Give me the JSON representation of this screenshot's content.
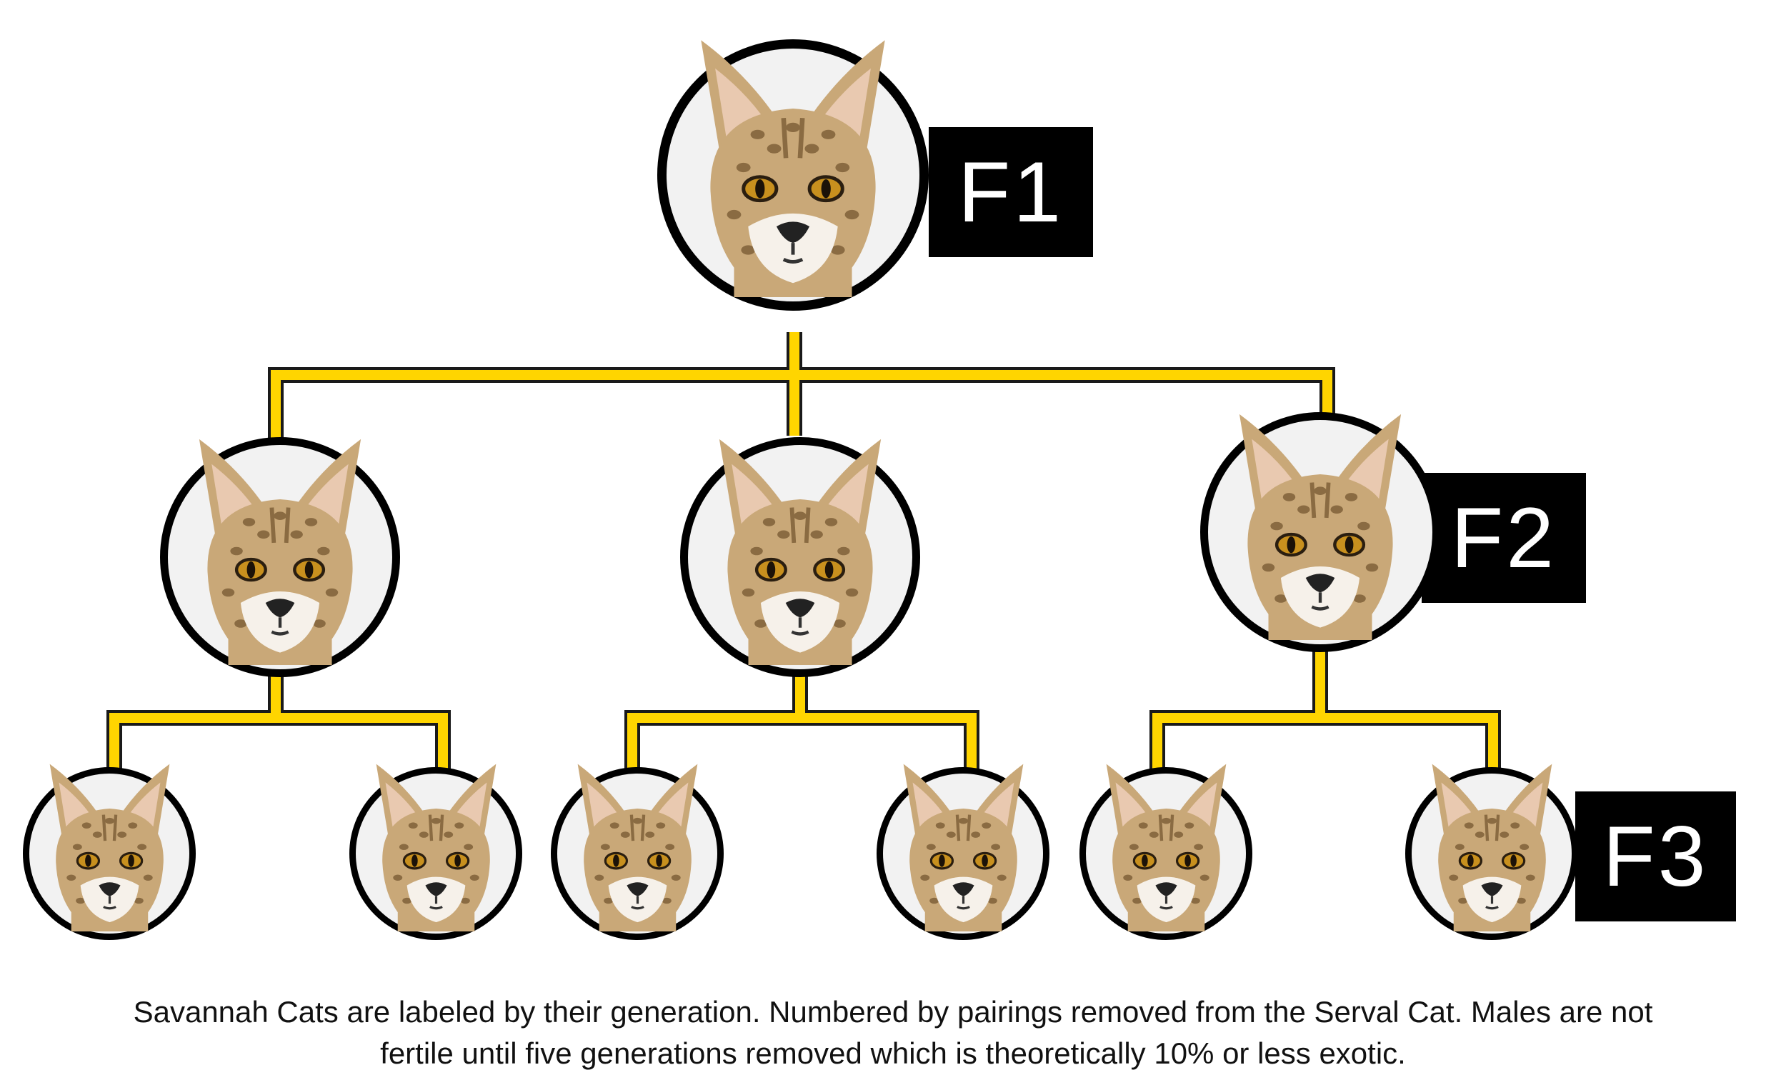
{
  "generations": [
    {
      "id": "f1",
      "label": "F1",
      "count": 1
    },
    {
      "id": "f2",
      "label": "F2",
      "count": 3
    },
    {
      "id": "f3",
      "label": "F3",
      "count": 6
    }
  ],
  "colors": {
    "connector": "#ffd500",
    "connector_outline": "#1a1a1a",
    "label_bg": "#000000",
    "label_text": "#ffffff",
    "ring": "#000000",
    "fur": "#c9a878",
    "fur_dark": "#8a6b42",
    "eye": "#c8901e"
  },
  "icons": {
    "node": "serval-cat-face-icon"
  },
  "caption": {
    "line1": "Savannah Cats are labeled by their generation. Numbered by pairings removed from the Serval Cat. Males are not",
    "line2": "fertile until five generations removed which is theoretically 10% or less exotic."
  }
}
